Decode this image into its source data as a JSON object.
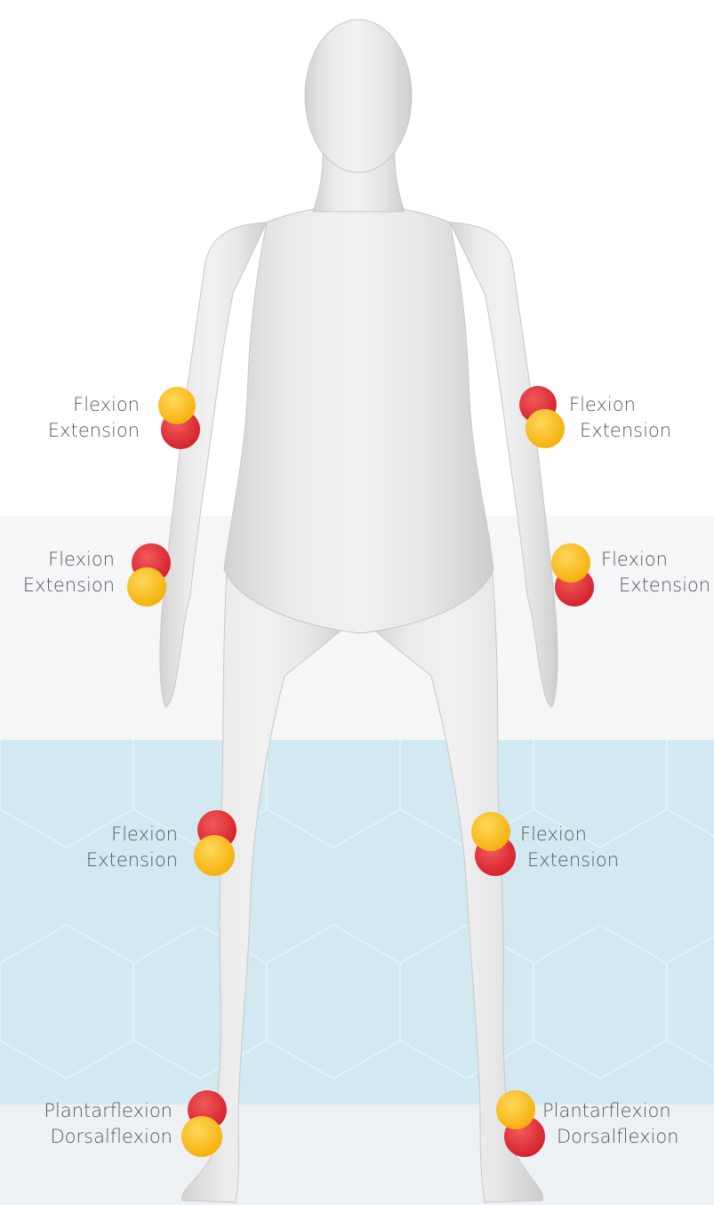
{
  "colors": {
    "flex_dot": "#f7c21f",
    "ext_dot": "#e8343e",
    "band": "#d3e9f2",
    "text": "#555a5e"
  },
  "joints": {
    "elbow_left": {
      "line1": "Flexion",
      "line2": "Extension"
    },
    "elbow_right": {
      "line1": "Flexion",
      "line2": "Extension"
    },
    "wrist_left": {
      "line1": "Flexion",
      "line2": "Extension"
    },
    "wrist_right": {
      "line1": "Flexion",
      "line2": "Extension"
    },
    "knee_left": {
      "line1": "Flexion",
      "line2": "Extension"
    },
    "knee_right": {
      "line1": "Flexion",
      "line2": "Extension"
    },
    "ankle_left": {
      "line1": "Plantarflexion",
      "line2": "Dorsalflexion"
    },
    "ankle_right": {
      "line1": "Plantarflexion",
      "line2": "Dorsalflexion"
    }
  }
}
